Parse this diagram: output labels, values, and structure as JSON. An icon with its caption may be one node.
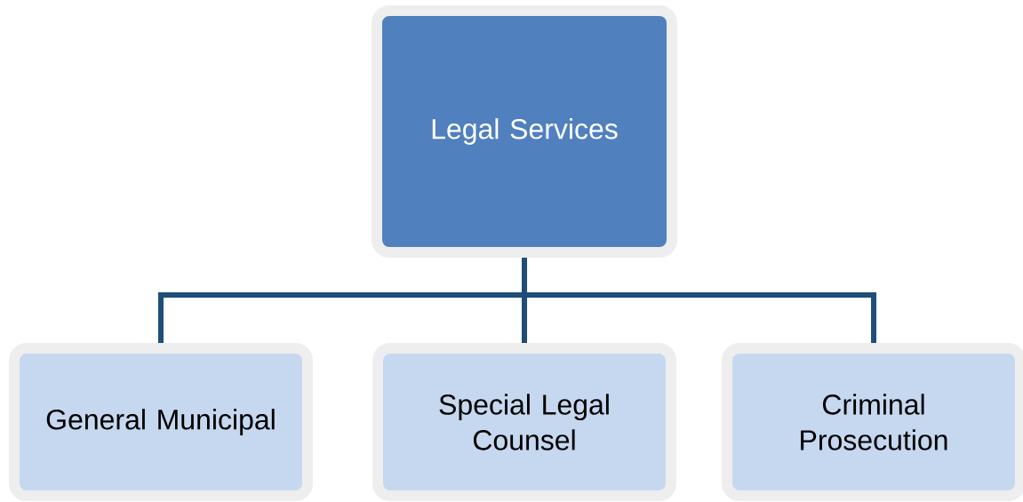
{
  "diagram": {
    "nodes": [
      {
        "text": [
          "Legal Services"
        ]
      },
      {
        "text": [
          "General Municipal"
        ]
      },
      {
        "text": [
          "Special Legal Counsel"
        ]
      },
      {
        "text": [
          "Criminal Prosecution"
        ]
      }
    ],
    "edges": [
      {
        "from": 0,
        "to": 1,
        "arrow": "none"
      },
      {
        "from": 0,
        "to": 2,
        "arrow": "none"
      },
      {
        "from": 0,
        "to": 3,
        "arrow": "none"
      }
    ]
  }
}
